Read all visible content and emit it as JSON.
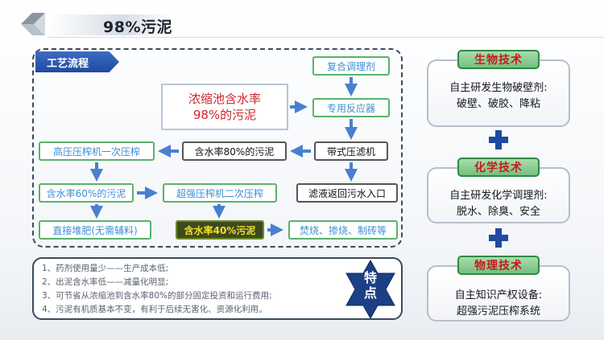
{
  "header": {
    "title": "98%污泥"
  },
  "process": {
    "tag": "工艺流程",
    "source_line1": "浓缩池含水率",
    "source_line2": "98%的污泥",
    "composite_conditioner": "复合调理剂",
    "dedicated_reactor": "专用反应器",
    "belt_filter_press": "带式压滤机",
    "moisture_80": "含水率80%的污泥",
    "filtrate_return": "滤液返回污水入口",
    "high_pressure_press": "高压压榨机一次压榨",
    "moisture_60": "含水率60%的污泥",
    "super_press": "超强压榨机二次压榨",
    "direct_compost": "直接堆肥(无需辅料)",
    "moisture_40": "含水率40%污泥",
    "incineration": "焚烧、掺烧、制砖等"
  },
  "features": {
    "label": "特点",
    "items": [
      "1、药剂使用量少——生产成本低;",
      "2、出泥含水率低——减量化明显;",
      "3、可节省从浓缩池到含水率80%的部分固定投资和运行费用;",
      "4、污泥有机质基本不变，有利于后续无害化、资源化利用。"
    ]
  },
  "tech": [
    {
      "title": "生物技术",
      "line1": "自主研发生物破壁剂:",
      "line2": "破壁、破胶、降粘"
    },
    {
      "title": "化学技术",
      "line1": "自主研发化学调理剂:",
      "line2": "脱水、除臭、安全"
    },
    {
      "title": "物理技术",
      "line1": "自主知识产权设备:",
      "line2": "超强污泥压榨系统"
    }
  ],
  "colors": {
    "green_border": "#5ab26c",
    "blue_text": "#3d8fd2",
    "red_text": "#d2242c",
    "arrow_blue": "#4a7fd0",
    "star_blue": "#1c3f86"
  }
}
